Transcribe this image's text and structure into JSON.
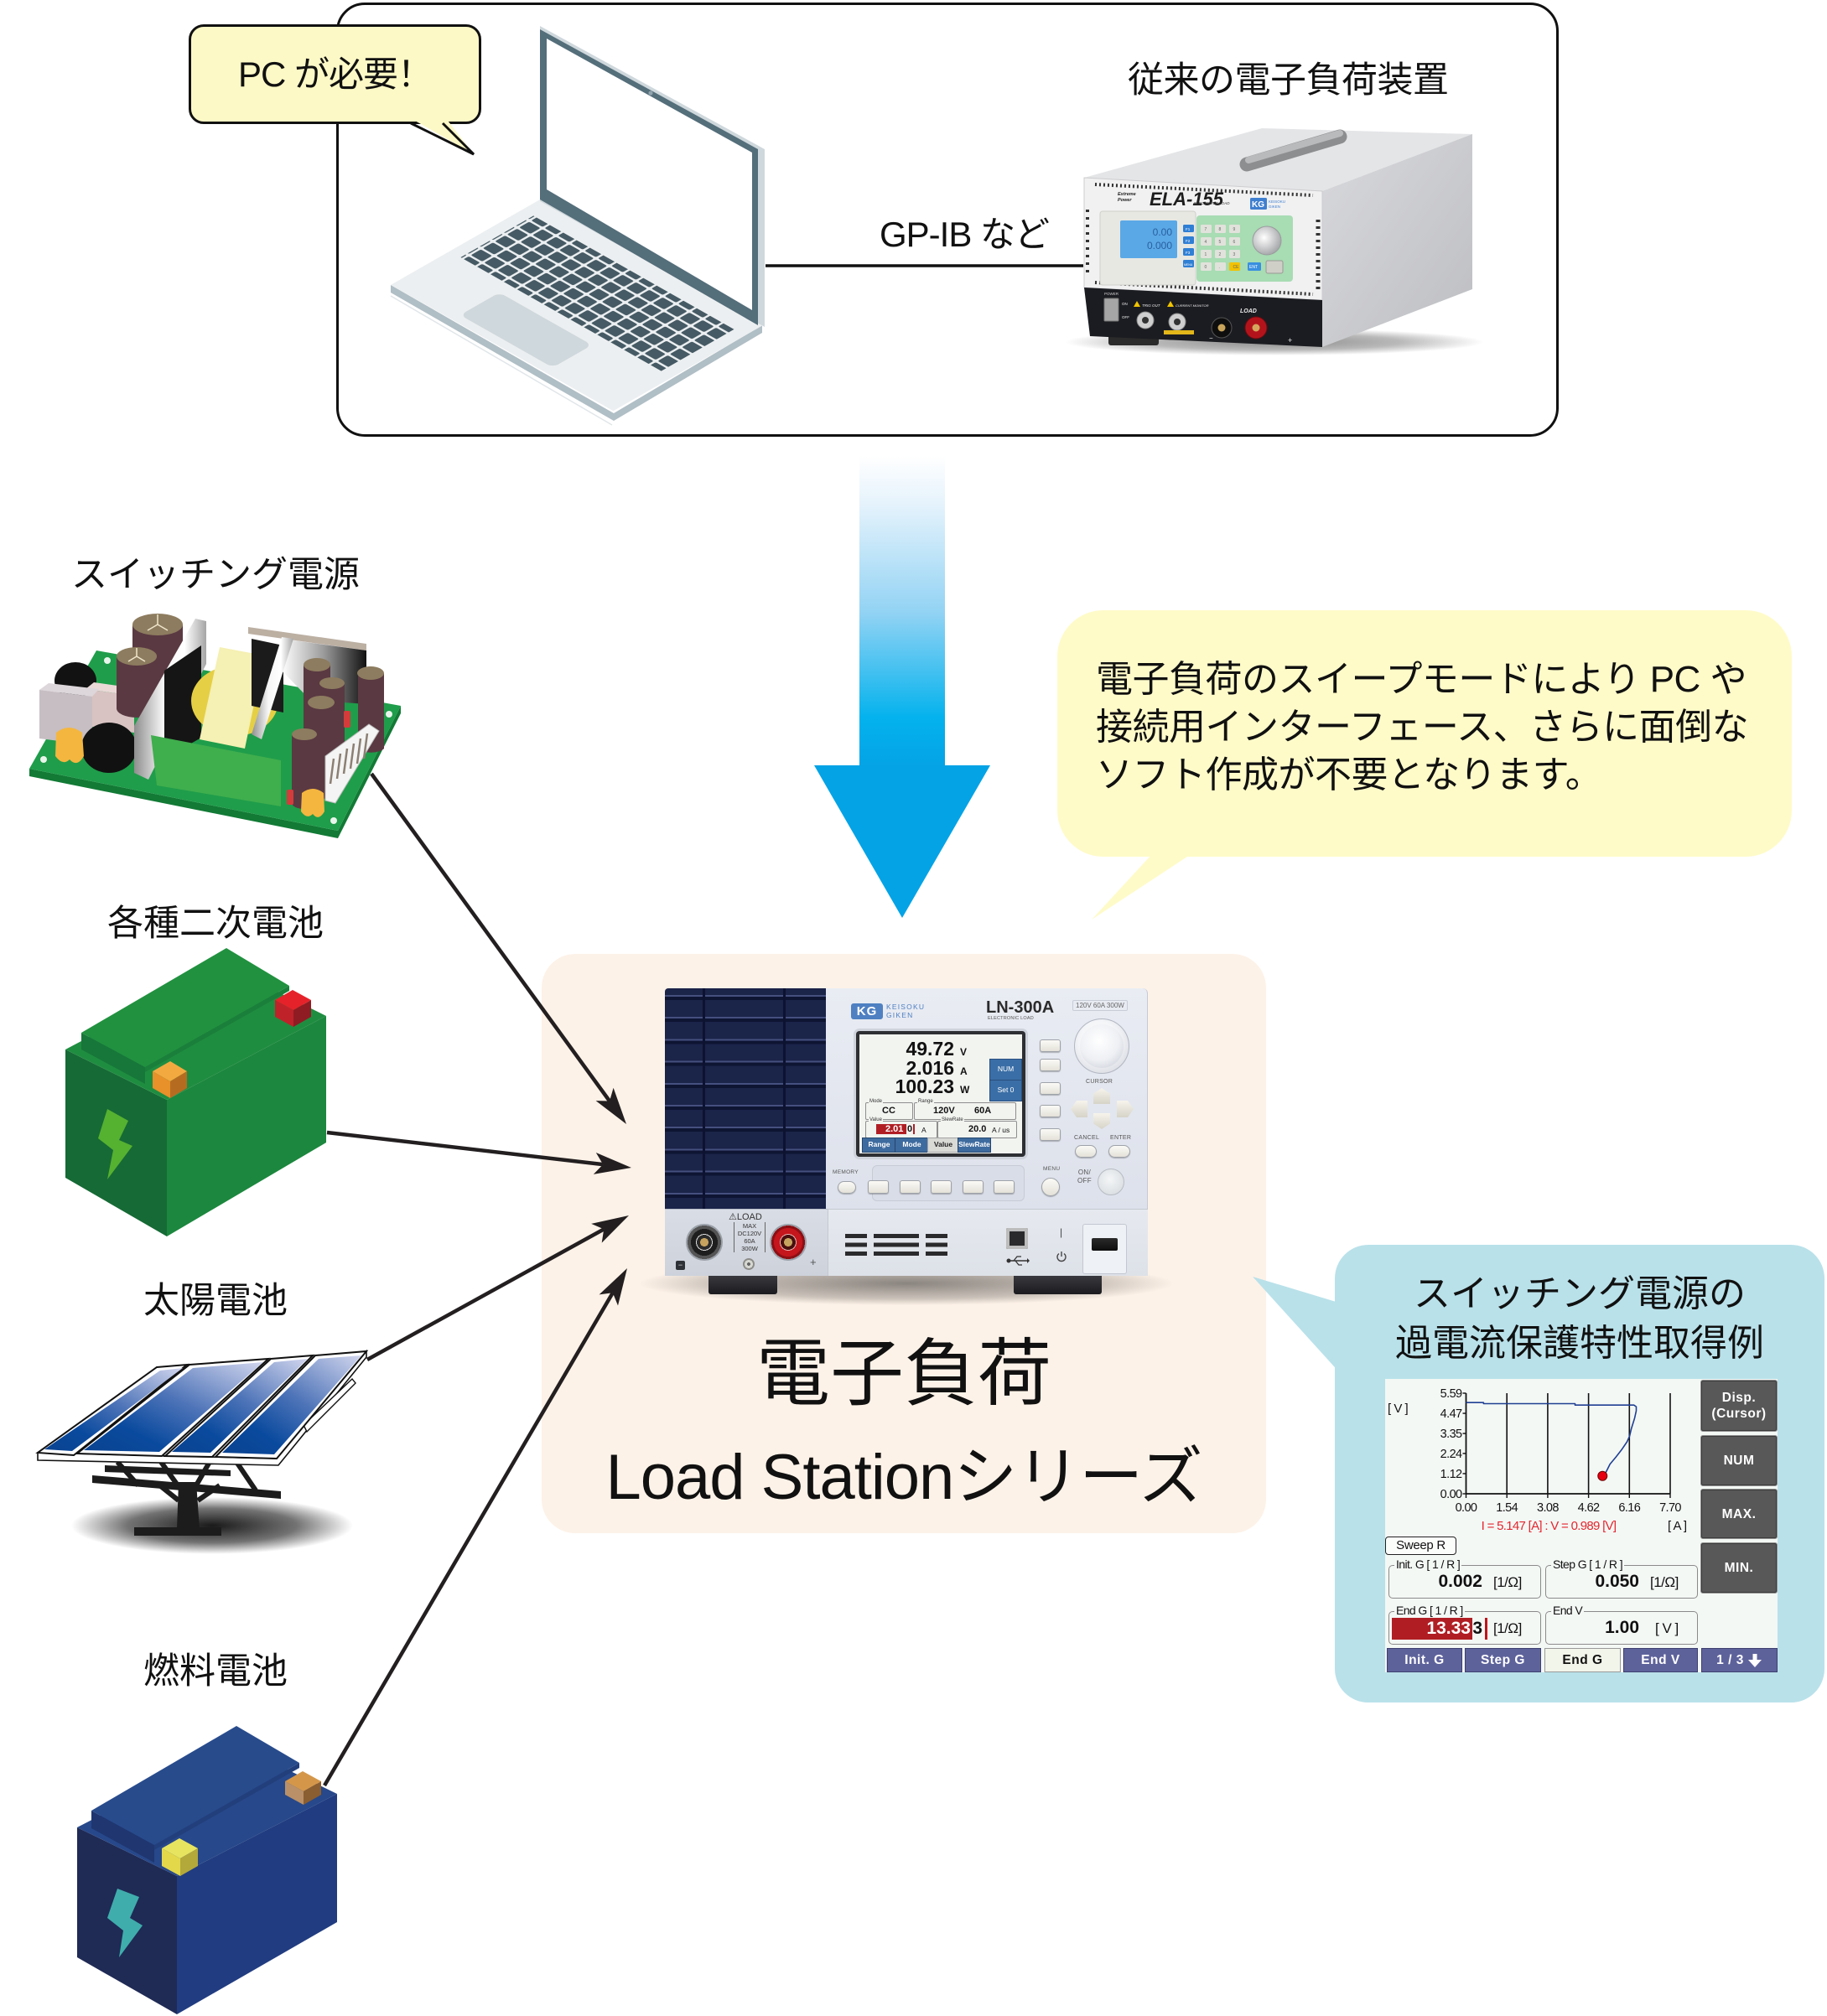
{
  "colors": {
    "pc_bubble_yellow": "#fdf9c6",
    "callout_yellow": "#fffbc9",
    "product_panel_peach": "#fdf2e8",
    "example_bubble_blue": "#b9e1ea",
    "flow_arrow_blue": "#04a3e6",
    "screen_tab_purple": "#5e629b",
    "highlight_red": "#b01e24"
  },
  "legacy_setup": {
    "pc_bubble": "PC が必要！",
    "device_caption": "従来の電子負荷装置",
    "connection_caption": "GP-IB など",
    "legacy_device": {
      "maker_logo_1": "Extreme",
      "maker_logo_2": "Power",
      "model": "ELA-155",
      "model_subtitle": "ELECTRONIC LOAD",
      "brand_logo": "KG",
      "brand_name_1": "KEISOKU",
      "brand_name_2": "GIKEN",
      "lcd_line_1": "0.00",
      "lcd_line_2": "0.000",
      "function_keys": [
        "F1",
        "F2",
        "F3",
        "MENU"
      ],
      "keypad_keys": [
        "7",
        "8",
        "9",
        "4",
        "5",
        "6",
        "1",
        "2",
        "3",
        "0",
        ".",
        "CE"
      ],
      "enter_key": "ENT",
      "power_label": "POWER",
      "power_on": "ON",
      "power_off": "OFF",
      "trig_out_label": "TRIG OUT",
      "current_monitor_label": "CURRENT MONITOR",
      "load_label": "LOAD",
      "plus_label": "+",
      "minus_label": "−"
    }
  },
  "flow_note": {
    "lines": [
      "電子負荷のスイープモードにより PC や",
      "接続用インターフェース、さらに面倒な",
      "ソフト作成が不要となります。"
    ]
  },
  "sources": [
    {
      "label": "スイッチング電源",
      "icon": "circuit-board-icon"
    },
    {
      "label": "各種二次電池",
      "icon": "battery-icon"
    },
    {
      "label": "太陽電池",
      "icon": "solar-panel-icon"
    },
    {
      "label": "燃料電池",
      "icon": "fuel-cell-icon"
    }
  ],
  "product": {
    "title": "電子負荷",
    "series": "Load Stationシリーズ",
    "device": {
      "brand_logo": "KG",
      "brand_name_1": "KEISOKU",
      "brand_name_2": "GIKEN",
      "model": "LN-300A",
      "model_subtitle": "ELECTRONIC LOAD",
      "rating": "120V 60A 300W",
      "display": {
        "readings": [
          {
            "value": "49.72",
            "unit": "V"
          },
          {
            "value": "2.016",
            "unit": "A"
          },
          {
            "value": "100.23",
            "unit": "W"
          }
        ],
        "side_keys": [
          "NUM",
          "Set 0"
        ],
        "mode": {
          "label": "Mode",
          "value": "CC"
        },
        "range": {
          "label": "Range",
          "voltage": "120V",
          "current": "60A"
        },
        "setting": {
          "label": "Value",
          "value_highlight": "2.01",
          "value_rest": "0",
          "unit": "A"
        },
        "slew_rate": {
          "label": "SlewRate",
          "value": "20.0",
          "unit": "A / us"
        },
        "tabs": [
          {
            "label": "Range",
            "selected": false
          },
          {
            "label": "Mode",
            "selected": false
          },
          {
            "label": "Value",
            "selected": true
          },
          {
            "label": "SlewRate",
            "selected": false
          }
        ]
      },
      "labels": {
        "cursor": "CURSOR",
        "cancel": "CANCEL",
        "enter": "ENTER",
        "memory": "MEMORY",
        "menu": "MENU",
        "on_off_1": "ON/",
        "on_off_2": "OFF",
        "on_mark": "|"
      },
      "load_terminal": {
        "title": "⚠LOAD",
        "max_label": "MAX",
        "rating_lines": [
          "DC120V",
          "60A",
          "300W"
        ],
        "plus": "+",
        "minus": "−"
      }
    }
  },
  "example": {
    "title_lines": [
      "スイッチング電源の",
      "過電流保護特性取得例"
    ],
    "screen": {
      "y_unit": "[ V ]",
      "x_unit": "[ A ]",
      "cursor_readout": "I = 5.147 [A] : V = 0.989 [V]",
      "mode_badge": "Sweep R",
      "side_keys": [
        [
          "Disp.",
          "(Cursor)"
        ],
        [
          "NUM"
        ],
        [
          "MAX."
        ],
        [
          "MIN."
        ]
      ],
      "params": [
        {
          "label": "Init. G [ 1 / R ]",
          "value": "0.002",
          "unit": "[1/Ω]"
        },
        {
          "label": "Step G [ 1 / R ]",
          "value": "0.050",
          "unit": "[1/Ω]"
        },
        {
          "label": "End G [ 1 / R ]",
          "value_highlight": "13.33",
          "value_rest": "3",
          "unit": "[1/Ω]",
          "editing": true
        },
        {
          "label": "End V",
          "value": "1.00",
          "unit": "[ V ]"
        }
      ],
      "tabs": [
        {
          "label": "Init. G",
          "selected": false
        },
        {
          "label": "Step G",
          "selected": false
        },
        {
          "label": "End G",
          "selected": true
        },
        {
          "label": "End V",
          "selected": false
        },
        {
          "label": "1 / 3",
          "selected": false,
          "icon": "down-arrow-icon"
        }
      ]
    }
  },
  "chart_data": {
    "type": "line",
    "title": "",
    "xlabel": "[ A ]",
    "ylabel": "[ V ]",
    "x_range": [
      0,
      7.7
    ],
    "y_range": [
      0,
      5.59
    ],
    "x_ticks": [
      "0.00",
      "1.54",
      "3.08",
      "4.62",
      "6.16",
      "7.70"
    ],
    "y_ticks": [
      "0.00",
      "1.12",
      "2.24",
      "3.35",
      "4.47",
      "5.59"
    ],
    "grid": "vertical lines at x ticks",
    "legend": "none",
    "series": [
      {
        "name": "V-I sweep (Sweep R)",
        "color": "#1f3f93",
        "points": [
          [
            0.0,
            5.07
          ],
          [
            0.66,
            5.07
          ],
          [
            0.66,
            5.01
          ],
          [
            4.11,
            5.01
          ],
          [
            4.11,
            4.93
          ],
          [
            6.33,
            4.93
          ],
          [
            6.42,
            4.84
          ],
          [
            6.42,
            4.61
          ],
          [
            6.36,
            4.21
          ],
          [
            6.23,
            3.59
          ],
          [
            6.17,
            3.21
          ],
          [
            6.07,
            2.89
          ],
          [
            5.86,
            2.43
          ],
          [
            5.65,
            2.04
          ],
          [
            5.43,
            1.65
          ],
          [
            5.28,
            1.21
          ],
          [
            5.147,
            0.989
          ]
        ]
      }
    ],
    "cursor": {
      "x": 5.147,
      "y": 0.989,
      "color": "#e60012",
      "label": "I = 5.147 [A] : V = 0.989 [V]"
    }
  }
}
